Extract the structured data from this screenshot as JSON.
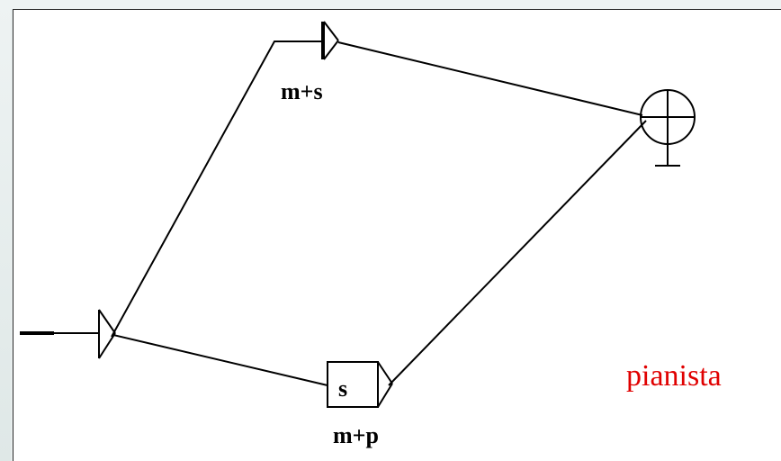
{
  "diagram": {
    "nodes": {
      "top_node_label": "m+s",
      "bottom_box_text": "s",
      "bottom_node_label": "m+p"
    },
    "caption": "pianista",
    "colors": {
      "line": "#000000",
      "caption": "#e00000",
      "background": "#ffffff",
      "outer_panel": "#e4ecec"
    }
  }
}
